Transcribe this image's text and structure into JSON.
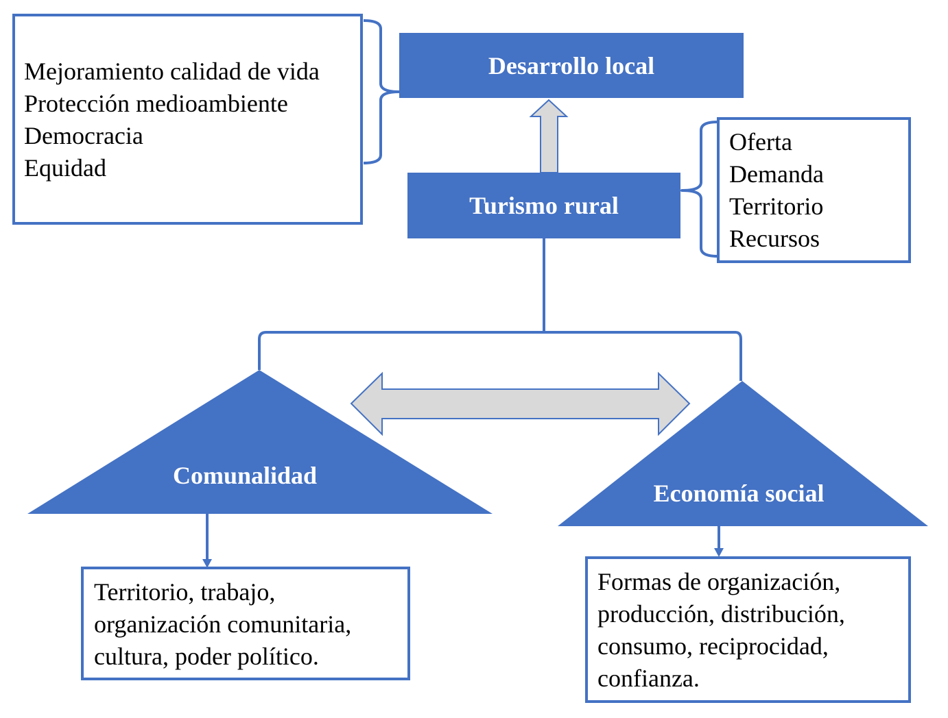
{
  "colors": {
    "accent": "#4472c4",
    "arrow_fill": "#d9d9d9",
    "box_text_on_accent": "#ffffff",
    "body_text": "#000000"
  },
  "nodes": {
    "desarrollo_local": "Desarrollo local",
    "turismo_rural": "Turismo rural",
    "comunalidad": "Comunalidad",
    "economia_social": "Economía social"
  },
  "desarrollo_items": [
    "Mejoramiento calidad de vida",
    "Protección medioambiente",
    "Democracia",
    "Equidad"
  ],
  "turismo_items": [
    "Oferta",
    "Demanda",
    "Territorio",
    "Recursos"
  ],
  "comunalidad_lines": [
    "Territorio, trabajo,",
    "organización comunitaria,",
    "cultura, poder político."
  ],
  "economia_lines": [
    "Formas de organización,",
    "producción, distribución,",
    "consumo, reciprocidad,",
    "confianza."
  ]
}
